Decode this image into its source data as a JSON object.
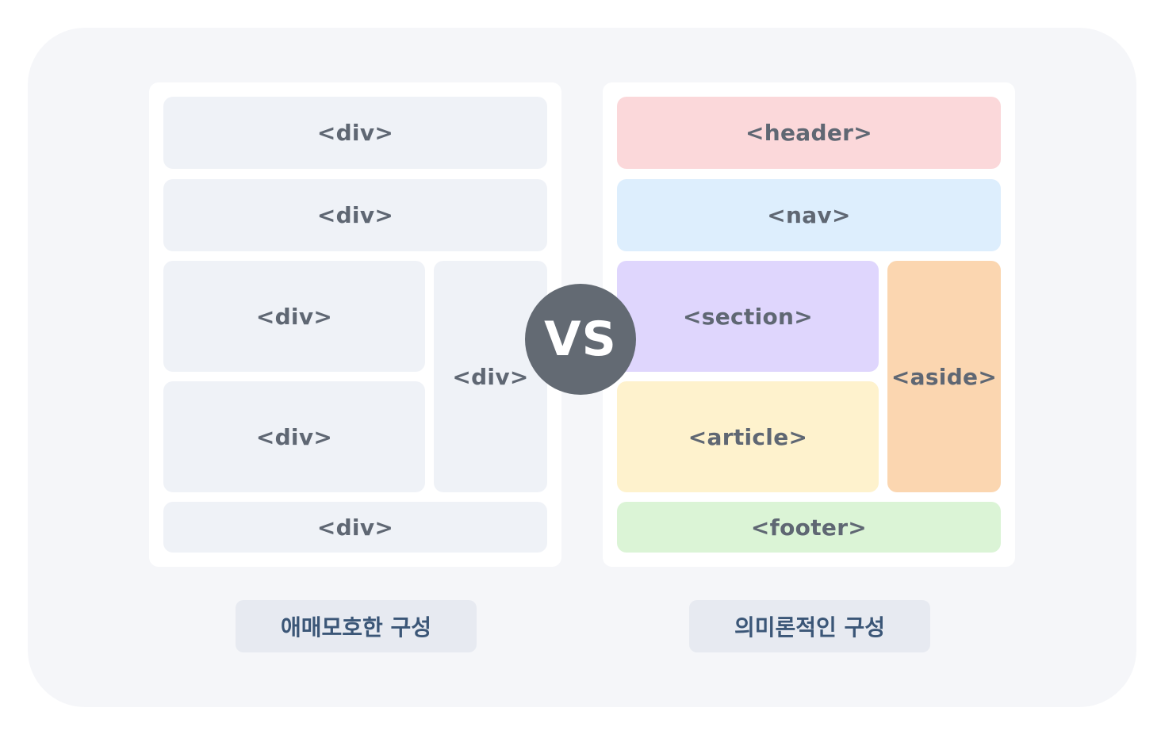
{
  "left_layout": {
    "blocks": {
      "top": "<div>",
      "second": "<div>",
      "middle_upper": "<div>",
      "middle_lower": "<div>",
      "side": "<div>",
      "bottom": "<div>"
    },
    "caption": "애매모호한 구성"
  },
  "vs_badge": "VS",
  "right_layout": {
    "blocks": {
      "header": "<header>",
      "nav": "<nav>",
      "section": "<section>",
      "article": "<article>",
      "aside": "<aside>",
      "footer": "<footer>"
    },
    "caption": "의미론적인 구성"
  },
  "colors": {
    "background": "#f5f6f9",
    "div_block": "#eff2f7",
    "header": "#fbd8da",
    "nav": "#ddeefd",
    "section": "#dfd6fd",
    "article": "#fef2cd",
    "aside": "#fbd6b0",
    "footer": "#dbf4d6",
    "vs_badge": "#636a73",
    "caption_bg": "#e7eaf1",
    "caption_text": "#3b5677"
  }
}
